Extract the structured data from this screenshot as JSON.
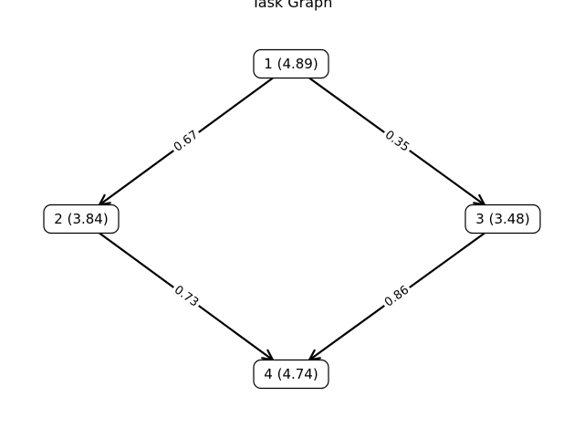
{
  "title": "Task Graph",
  "nodes": [
    {
      "id": "1",
      "label": "1 (4.89)"
    },
    {
      "id": "2",
      "label": "2 (3.84)"
    },
    {
      "id": "3",
      "label": "3 (3.48)"
    },
    {
      "id": "4",
      "label": "4 (4.74)"
    }
  ],
  "edges": [
    {
      "from": "1",
      "to": "2",
      "label": "0.67"
    },
    {
      "from": "1",
      "to": "3",
      "label": "0.35"
    },
    {
      "from": "2",
      "to": "4",
      "label": "0.73"
    },
    {
      "from": "3",
      "to": "4",
      "label": "0.86"
    }
  ]
}
